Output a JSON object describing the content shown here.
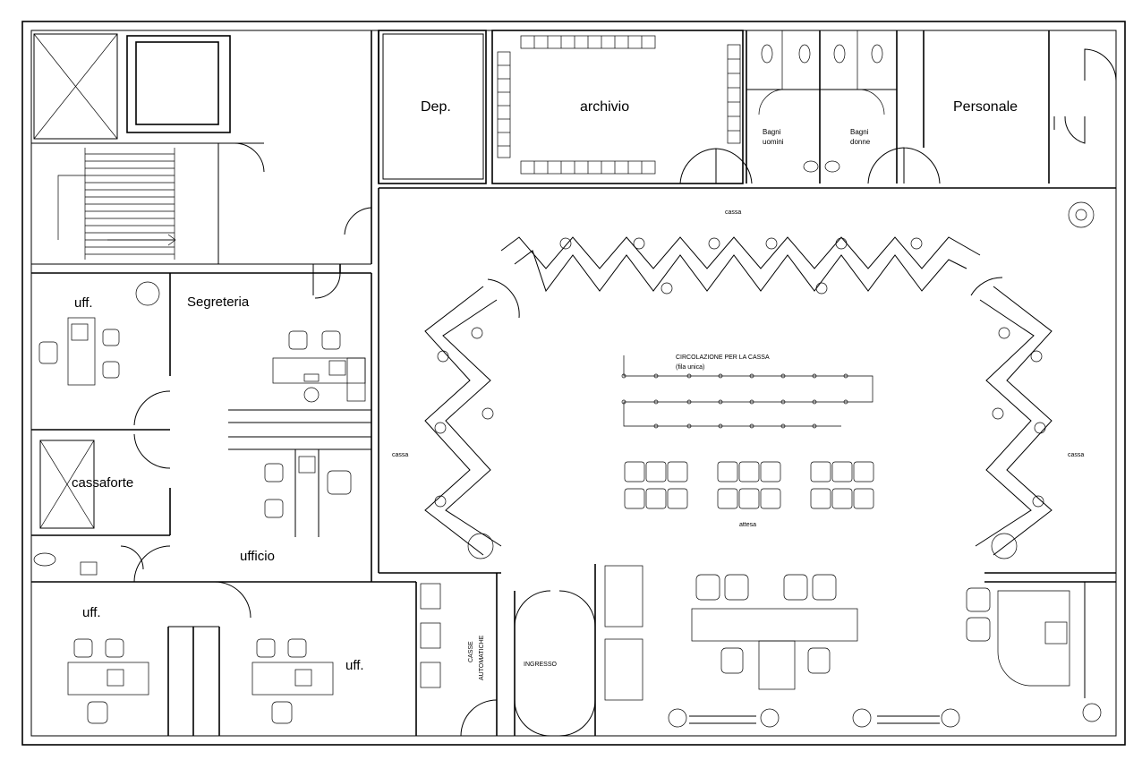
{
  "labels": {
    "dep": "Dep.",
    "archivio": "archivio",
    "bagni_uomini_1": "Bagni",
    "bagni_uomini_2": "uomini",
    "bagni_donne_1": "Bagni",
    "bagni_donne_2": "donne",
    "personale": "Personale",
    "cassa_top": "cassa",
    "cassa_left": "cassa",
    "cassa_right": "cassa",
    "circolazione_1": "CIRCOLAZIONE PER LA CASSA",
    "circolazione_2": "(fila unica)",
    "attesa": "attesa",
    "uff_top": "uff.",
    "segreteria": "Segreteria",
    "cassaforte": "cassaforte",
    "ufficio": "ufficio",
    "uff_bottom_left": "uff.",
    "uff_bottom_mid": "uff.",
    "casse_automatiche_1": "CASSE",
    "casse_automatiche_2": "AUTOMATICHE",
    "ingresso": "INGRESSO"
  }
}
